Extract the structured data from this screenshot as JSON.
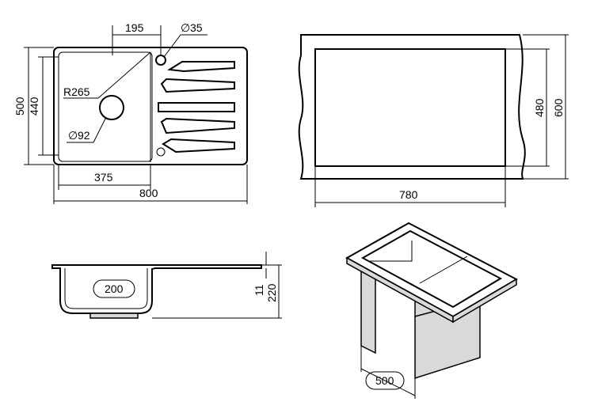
{
  "top_view": {
    "width_total": "800",
    "bowl_width": "375",
    "height_total": "500",
    "inner_height": "440",
    "tap_offset": "195",
    "tap_hole": "35",
    "corner_radius": "R265",
    "drain_hole": "92"
  },
  "cutout_view": {
    "cutout_width": "780",
    "cutout_height": "480",
    "cabinet_depth": "600"
  },
  "side_view": {
    "bowl_depth_label": "200",
    "rim_thickness": "11",
    "total_depth": "220"
  },
  "cabinet_view": {
    "cabinet_width": "500"
  },
  "symbols": {
    "diameter": "∅"
  }
}
